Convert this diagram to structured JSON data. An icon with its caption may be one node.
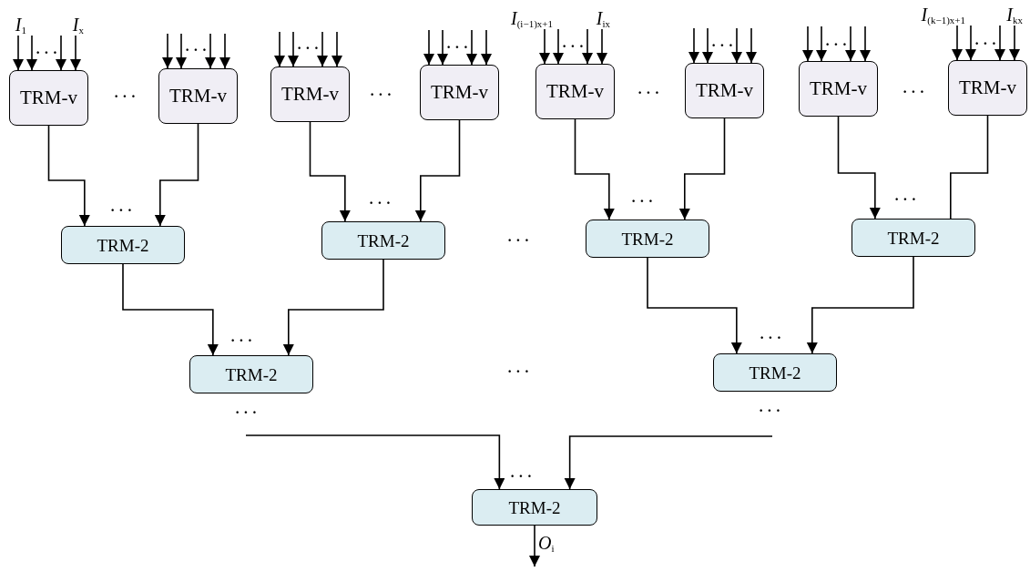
{
  "diagram": {
    "nodes": [
      {
        "text": [
          "TRM-v"
        ]
      },
      {
        "text": [
          "TRM-v"
        ]
      },
      {
        "text": [
          "TRM-v"
        ]
      },
      {
        "text": [
          "TRM-v"
        ]
      },
      {
        "text": [
          "TRM-v"
        ]
      },
      {
        "text": [
          "TRM-v"
        ]
      },
      {
        "text": [
          "TRM-v"
        ]
      },
      {
        "text": [
          "TRM-v"
        ]
      },
      {
        "text": [
          "TRM-2"
        ]
      },
      {
        "text": [
          "TRM-2"
        ]
      },
      {
        "text": [
          "TRM-2"
        ]
      },
      {
        "text": [
          "TRM-2"
        ]
      },
      {
        "text": [
          "TRM-2"
        ]
      },
      {
        "text": [
          "TRM-2"
        ]
      },
      {
        "text": [
          "TRM-2"
        ]
      }
    ],
    "edges": [
      {
        "from": null,
        "to": 0,
        "arrow": "to",
        "label": "*I*$_{1}$"
      },
      {
        "from": null,
        "to": 0,
        "arrow": "to"
      },
      {
        "from": null,
        "to": 0,
        "arrow": "to"
      },
      {
        "from": null,
        "to": 0,
        "arrow": "to",
        "label": "*I*$_{x}$"
      },
      {
        "from": null,
        "to": 1,
        "arrow": "to"
      },
      {
        "from": null,
        "to": 1,
        "arrow": "to"
      },
      {
        "from": null,
        "to": 1,
        "arrow": "to"
      },
      {
        "from": null,
        "to": 1,
        "arrow": "to"
      },
      {
        "from": null,
        "to": 2,
        "arrow": "to"
      },
      {
        "from": null,
        "to": 2,
        "arrow": "to"
      },
      {
        "from": null,
        "to": 2,
        "arrow": "to"
      },
      {
        "from": null,
        "to": 2,
        "arrow": "to"
      },
      {
        "from": null,
        "to": 3,
        "arrow": "to"
      },
      {
        "from": null,
        "to": 3,
        "arrow": "to"
      },
      {
        "from": null,
        "to": 3,
        "arrow": "to"
      },
      {
        "from": null,
        "to": 3,
        "arrow": "to"
      },
      {
        "from": null,
        "to": 4,
        "arrow": "to",
        "label": "*I*$_{(i−1)x+1}$"
      },
      {
        "from": null,
        "to": 4,
        "arrow": "to"
      },
      {
        "from": null,
        "to": 4,
        "arrow": "to"
      },
      {
        "from": null,
        "to": 4,
        "arrow": "to",
        "label": "*I*$_{ix}$"
      },
      {
        "from": null,
        "to": 5,
        "arrow": "to"
      },
      {
        "from": null,
        "to": 5,
        "arrow": "to"
      },
      {
        "from": null,
        "to": 5,
        "arrow": "to"
      },
      {
        "from": null,
        "to": 5,
        "arrow": "to"
      },
      {
        "from": null,
        "to": 6,
        "arrow": "to"
      },
      {
        "from": null,
        "to": 6,
        "arrow": "to"
      },
      {
        "from": null,
        "to": 6,
        "arrow": "to"
      },
      {
        "from": null,
        "to": 6,
        "arrow": "to"
      },
      {
        "from": null,
        "to": 7,
        "arrow": "to",
        "label": "*I*$_{(k−1)x+1}$"
      },
      {
        "from": null,
        "to": 7,
        "arrow": "to"
      },
      {
        "from": null,
        "to": 7,
        "arrow": "to"
      },
      {
        "from": null,
        "to": 7,
        "arrow": "to",
        "label": "*I*$_{kx}$"
      },
      {
        "from": 0,
        "to": 8,
        "arrow": "to"
      },
      {
        "from": 1,
        "to": 8,
        "arrow": "to"
      },
      {
        "from": 2,
        "to": 9,
        "arrow": "to"
      },
      {
        "from": 3,
        "to": 9,
        "arrow": "to"
      },
      {
        "from": 4,
        "to": 10,
        "arrow": "to"
      },
      {
        "from": 5,
        "to": 10,
        "arrow": "to"
      },
      {
        "from": 6,
        "to": 11,
        "arrow": "to"
      },
      {
        "from": 7,
        "to": 11,
        "arrow": "none"
      },
      {
        "from": 8,
        "to": 12,
        "arrow": "to"
      },
      {
        "from": 9,
        "to": 12,
        "arrow": "to"
      },
      {
        "from": 10,
        "to": 13,
        "arrow": "to"
      },
      {
        "from": 11,
        "to": 13,
        "arrow": "to"
      },
      {
        "from": null,
        "to": 14,
        "arrow": "to"
      },
      {
        "from": null,
        "to": 14,
        "arrow": "to"
      },
      {
        "from": 14,
        "to": null,
        "arrow": "to",
        "label": "*O*$_{i}$"
      }
    ],
    "labels": [
      "· · ·",
      "· · ·",
      "· · ·",
      "· · ·",
      "· · ·",
      "· · ·",
      "· · ·",
      "· · ·",
      "· · ·",
      "· · ·",
      "· · ·",
      "· · ·",
      "· · ·",
      "· · ·",
      "· · ·",
      "· · ·",
      "· · ·",
      "· · ·",
      "· · ·",
      "· · ·",
      "· · ·",
      "· · ·",
      "· · ·"
    ]
  }
}
